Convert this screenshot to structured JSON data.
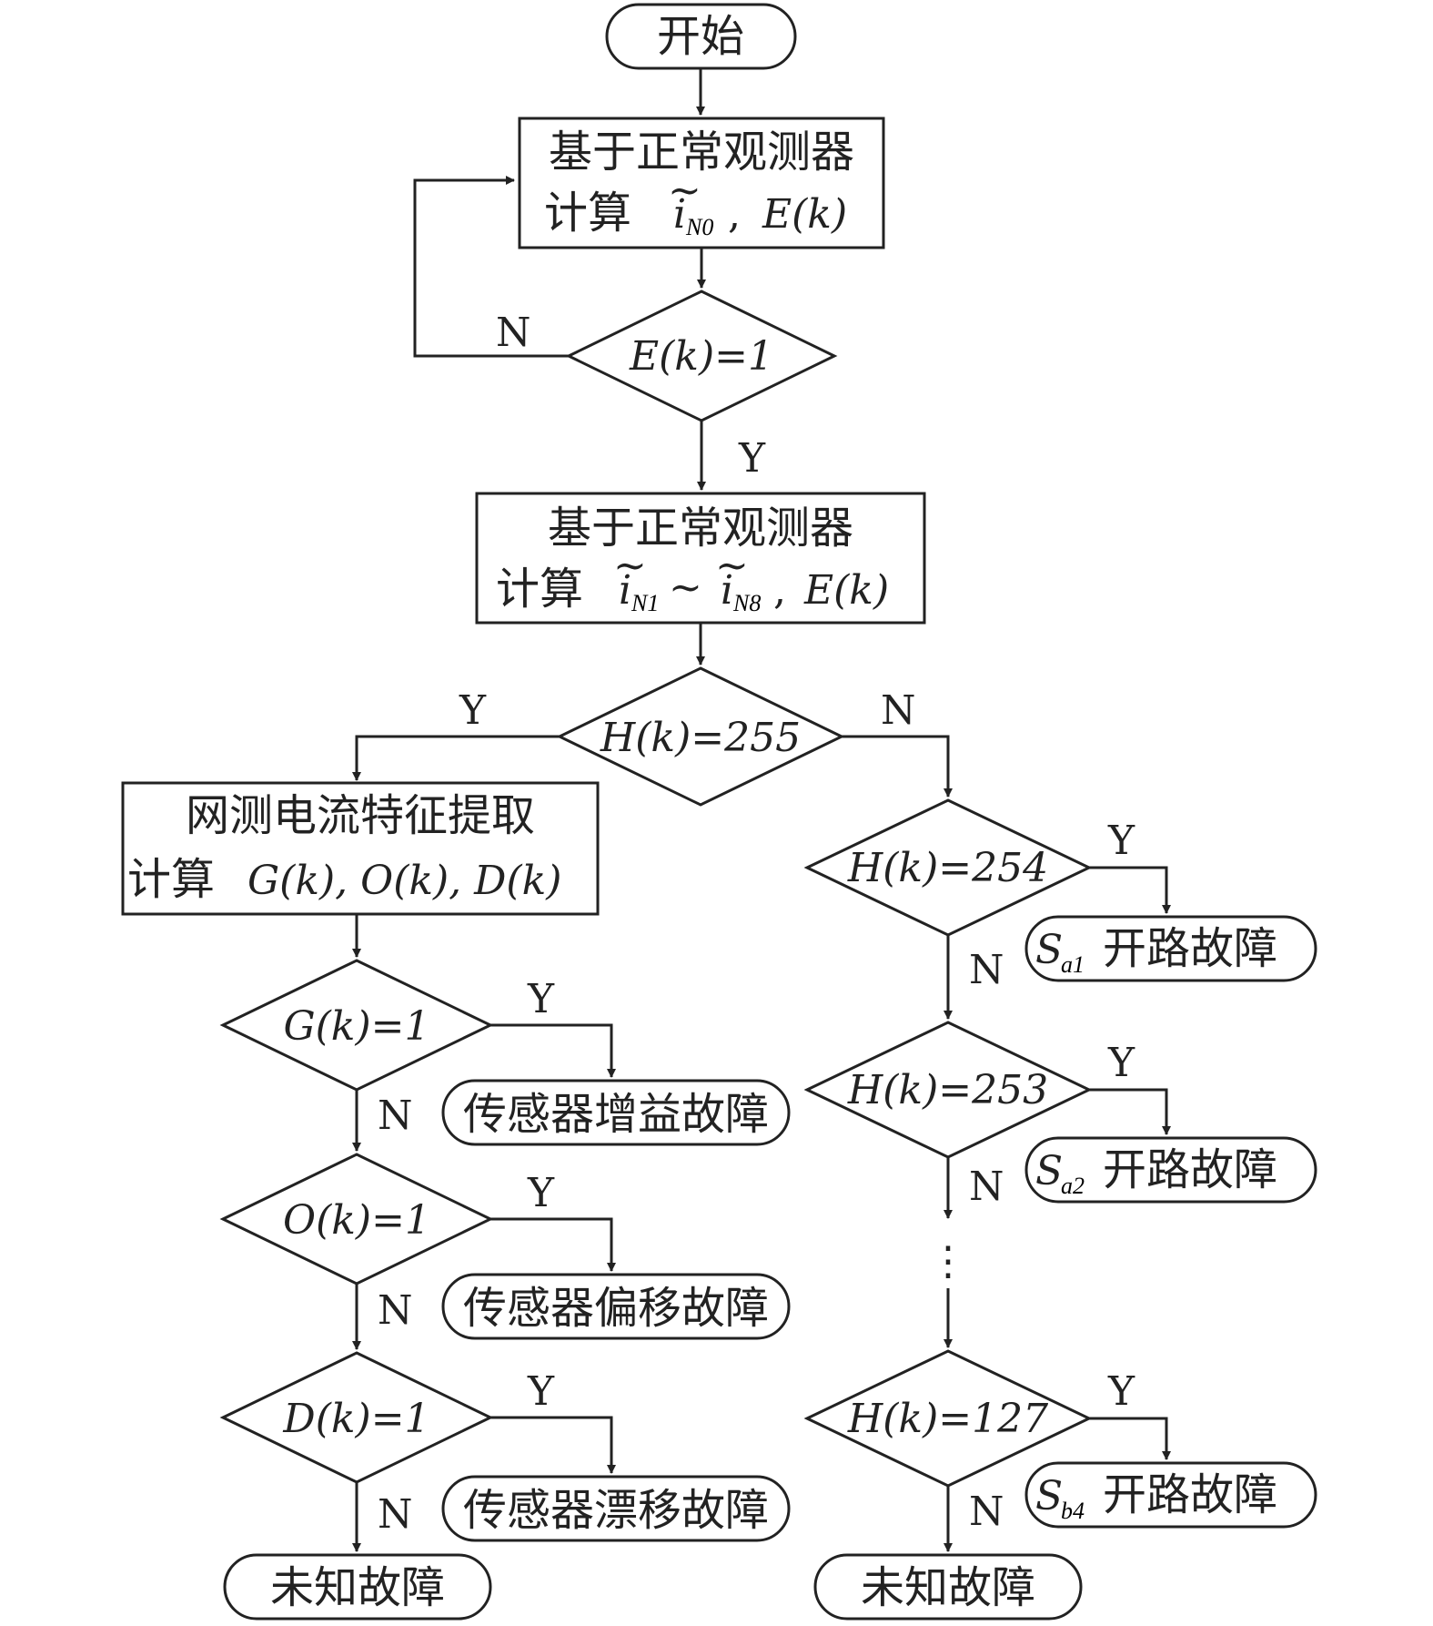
{
  "nodes": {
    "start": "开始",
    "obs1_l1": "基于正常观测器",
    "obs1_l2_prefix": "计算",
    "obs1_var": "i",
    "obs1_sub": "N0",
    "obs1_tail": "E(k)",
    "dec_e": "E(k)=1",
    "obs2_l1": "基于正常观测器",
    "obs2_l2_prefix": "计算",
    "obs2_var_a": "i",
    "obs2_sub_a": "N1",
    "obs2_tilde_sep": "~",
    "obs2_var_b": "i",
    "obs2_sub_b": "N8",
    "obs2_tail": "E(k)",
    "dec_h255": "H(k)=255",
    "feat_l1": "网测电流特征提取",
    "feat_l2_prefix": "计算",
    "feat_l2_vars": "G(k), O(k), D(k)",
    "dec_g": "G(k)=1",
    "res_g": "传感器增益故障",
    "dec_o": "O(k)=1",
    "res_o": "传感器偏移故障",
    "dec_d": "D(k)=1",
    "res_d": "传感器漂移故障",
    "unknown_left": "未知故障",
    "dec_h254": "H(k)=254",
    "res_a1_var": "S",
    "res_a1_sub": "a1",
    "res_a1_text": "开路故障",
    "dec_h253": "H(k)=253",
    "res_a2_var": "S",
    "res_a2_sub": "a2",
    "res_a2_text": "开路故障",
    "dec_h127": "H(k)=127",
    "res_b4_var": "S",
    "res_b4_sub": "b4",
    "res_b4_text": "开路故障",
    "unknown_right": "未知故障",
    "ellipsis": "⋮"
  },
  "labels": {
    "yes": "Y",
    "no": "N"
  }
}
